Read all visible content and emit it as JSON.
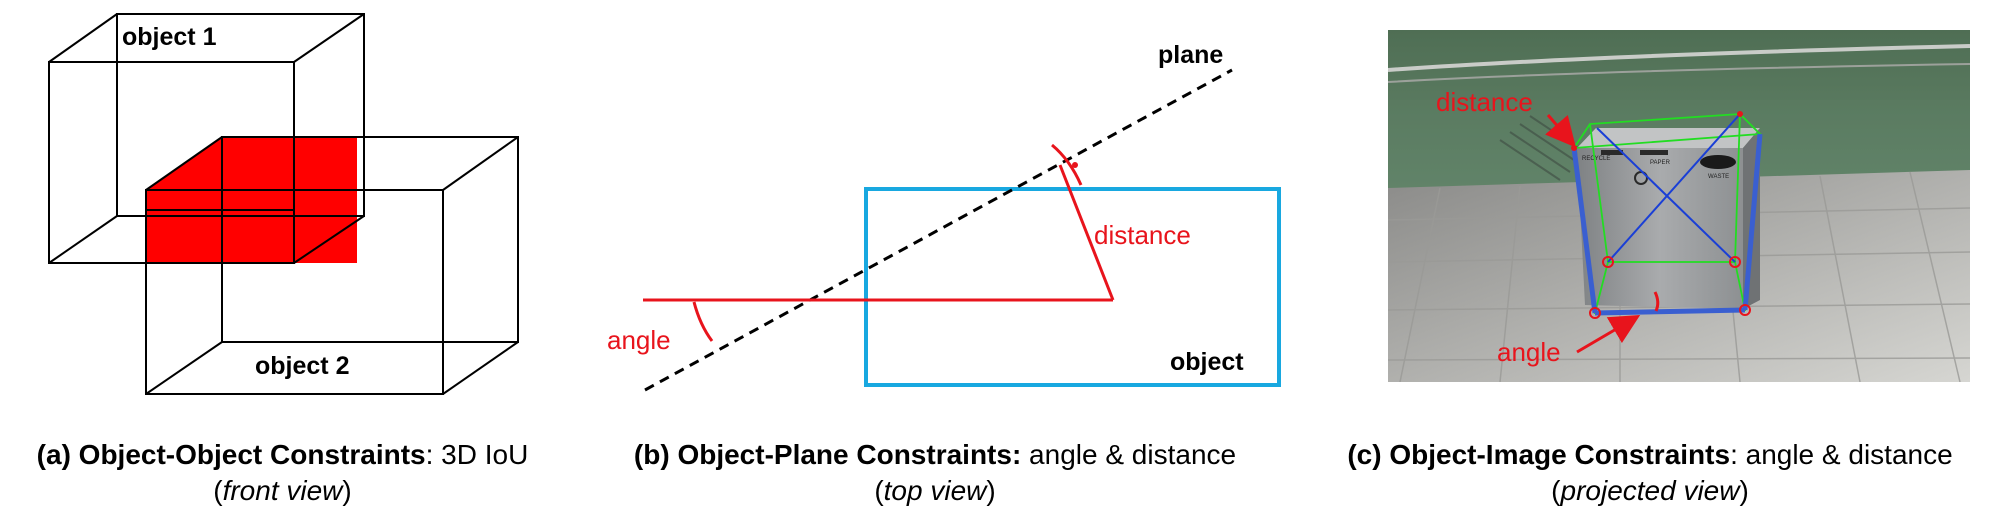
{
  "panel_a": {
    "object1_label": "object 1",
    "object2_label": "object 2",
    "caption_bold": "(a) Object-Object Constraints",
    "caption_rest": ": 3D IoU",
    "caption_view": "front view",
    "intersection_color": "#ff0000"
  },
  "panel_b": {
    "plane_label": "plane",
    "object_label": "object",
    "distance_label": "distance",
    "angle_label": "angle",
    "right_angle_mark": "·",
    "caption_bold": "(b) Object-Plane Constraints:",
    "caption_rest": " angle & distance",
    "caption_view": "top view",
    "object_box_color": "#18a8e0",
    "annotation_color": "#e8141c"
  },
  "panel_c": {
    "distance_label": "distance",
    "angle_label": "angle",
    "caption_bold": "(c) Object-Image Constraints",
    "caption_rest": ": angle & distance",
    "caption_view": "projected view",
    "bin_texts": [
      "RECYCLE",
      "PAPER",
      "WASTE"
    ]
  }
}
